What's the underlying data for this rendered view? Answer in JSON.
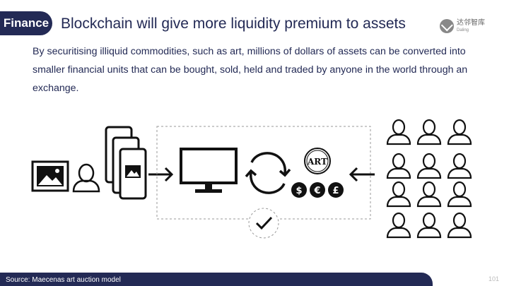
{
  "header": {
    "tag": "Finance",
    "title": "Blockchain will give more liquidity premium to assets"
  },
  "logo": {
    "cn": "达邻智库",
    "en": "Daling"
  },
  "body": {
    "text": "By securitising illiquid commodities, such as art, millions of dollars of assets can be converted into smaller financial units that can be bought, sold, held and traded by anyone in the world through an exchange."
  },
  "diagram": {
    "coin_label": "ART",
    "currency_symbols": [
      "$",
      "€",
      "£"
    ],
    "icons": [
      "painting-icon",
      "person-icon",
      "token-stack-icon",
      "arrow-right-icon",
      "monitor-icon",
      "exchange-cycle-icon",
      "art-coin-icon",
      "currency-coin-icon",
      "arrow-left-icon",
      "check-icon",
      "people-grid-icon"
    ]
  },
  "footer": {
    "source": "Source: Maecenas art auction model",
    "page_number": "101"
  }
}
